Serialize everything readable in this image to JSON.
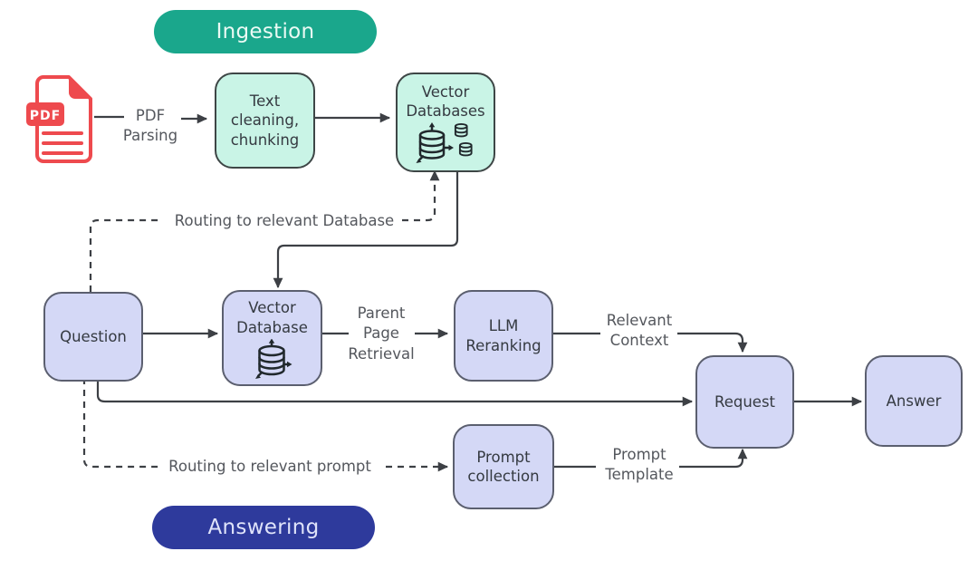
{
  "sections": {
    "ingestion": {
      "label": "Ingestion"
    },
    "answering": {
      "label": "Answering"
    }
  },
  "nodes": {
    "pdf_badge": "PDF",
    "text_cleaning": "Text\ncleaning,\nchunking",
    "vector_databases": "Vector\nDatabases",
    "question": "Question",
    "vector_database": "Vector\nDatabase",
    "llm_reranking": "LLM\nReranking",
    "request": "Request",
    "answer": "Answer",
    "prompt_collection": "Prompt\ncollection"
  },
  "edge_labels": {
    "pdf_parsing": "PDF\nParsing",
    "parent_page_retrieval": "Parent\nPage\nRetrieval",
    "relevant_context": "Relevant\nContext",
    "prompt_template": "Prompt\nTemplate",
    "routing_database": "Routing to relevant Database",
    "routing_prompt": "Routing to relevant prompt"
  },
  "colors": {
    "line": "#3d4045",
    "label_text": "#54575d",
    "box_text": "#353a41",
    "mint_fill": "#c9f4e6",
    "mint_border": "#3e4646",
    "lavender_fill": "#d4d8f6",
    "lavender_border": "#5b5f6f",
    "pdf_red": "#ee4a4e",
    "ingestion_bg": "#1aa78c",
    "ingestion_text": "#eafaf4",
    "answering_bg": "#2e3a9c",
    "answering_text": "#dfe3fa",
    "icon_stroke": "#20282c"
  }
}
